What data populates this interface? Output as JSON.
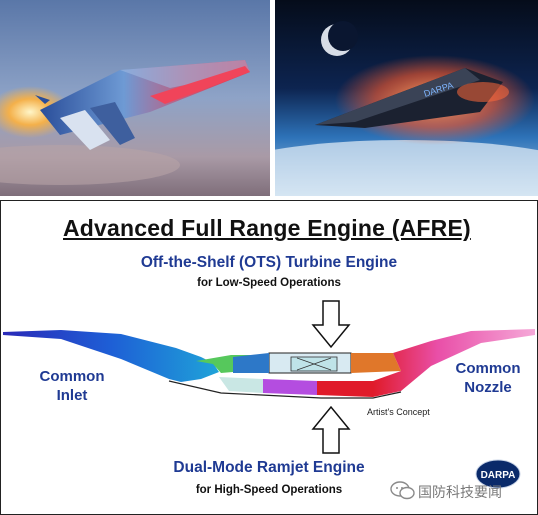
{
  "diagram": {
    "title": "Advanced Full Range Engine (AFRE)",
    "turbine": {
      "title": "Off-the-Shelf (OTS) Turbine Engine",
      "subtitle": "for Low-Speed Operations"
    },
    "inlet_label": "Common Inlet",
    "nozzle_label": "Common Nozzle",
    "caption": "Artist's Concept",
    "ramjet": {
      "title": "Dual-Mode Ramjet Engine",
      "subtitle": "for High-Speed Operations"
    },
    "logo": "DARPA"
  },
  "watermark": {
    "text": "国防科技要闻",
    "icon": "wechat-icon"
  },
  "photos": [
    {
      "name": "hypersonic-aircraft-photo"
    },
    {
      "name": "hypersonic-vehicle-reentry-photo"
    }
  ],
  "colors": {
    "heading_blue": "#1f3a93",
    "inlet_blue": "#1e5fd6",
    "nozzle_pink": "#e94fa8",
    "combustor_red": "#e01b2a"
  }
}
